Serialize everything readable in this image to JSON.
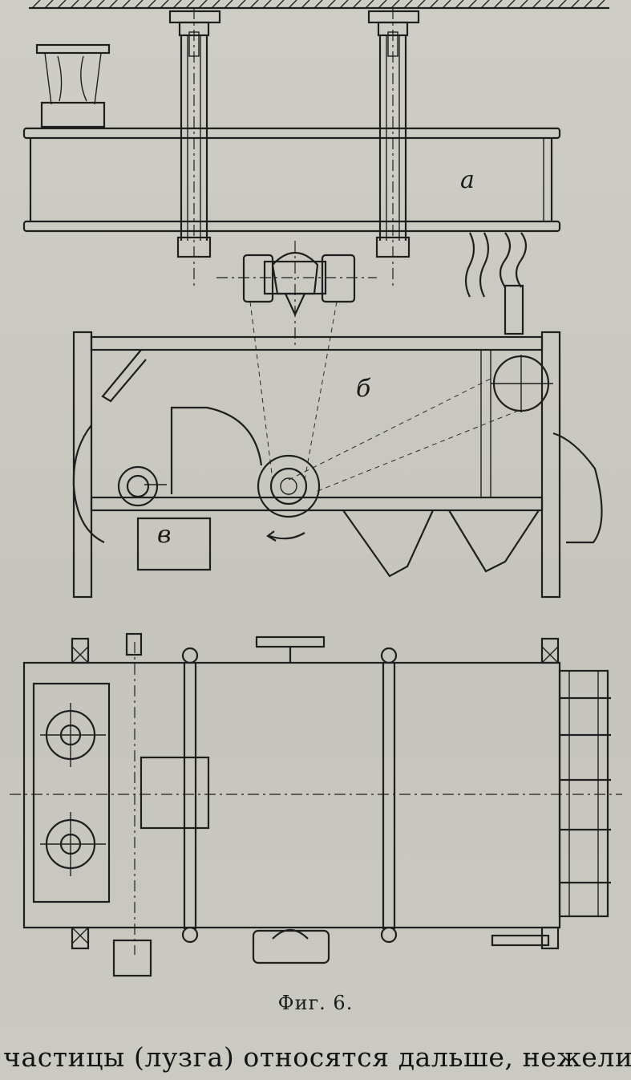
{
  "figure": {
    "labels": {
      "a": "a",
      "b": "б",
      "v": "в"
    },
    "caption": "Фиг. 6."
  },
  "text": {
    "body_line": "частицы (лузга) относятся дальше, нежели"
  },
  "colors": {
    "ink": "#1f1f1f",
    "paper": "#c9c8c0"
  }
}
